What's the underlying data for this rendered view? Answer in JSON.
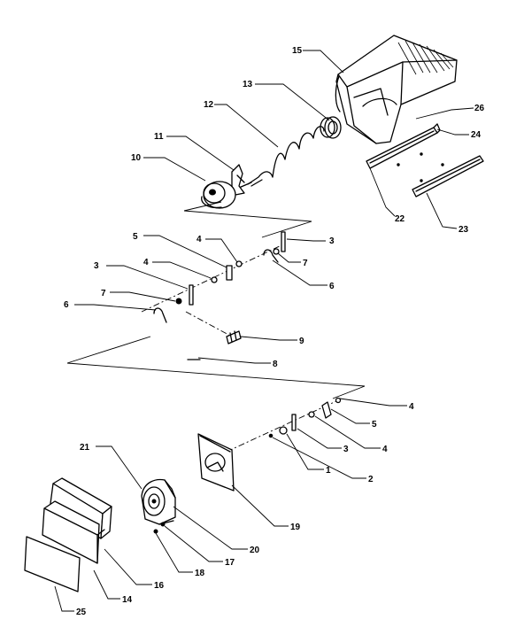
{
  "callouts": {
    "c1": "1",
    "c2": "2",
    "c3a": "3",
    "c3b": "3",
    "c3c": "3",
    "c4a": "4",
    "c4b": "4",
    "c4c": "4",
    "c4d": "4",
    "c5a": "5",
    "c5b": "5",
    "c6a": "6",
    "c6b": "6",
    "c7a": "7",
    "c7b": "7",
    "c8": "8",
    "c9": "9",
    "c10": "10",
    "c11": "11",
    "c12": "12",
    "c13": "13",
    "c14": "14",
    "c15": "15",
    "c16": "16",
    "c17": "17",
    "c18": "18",
    "c19": "19",
    "c20": "20",
    "c21": "21",
    "c22": "22",
    "c23": "23",
    "c24": "24",
    "c25": "25",
    "c26": "26"
  }
}
